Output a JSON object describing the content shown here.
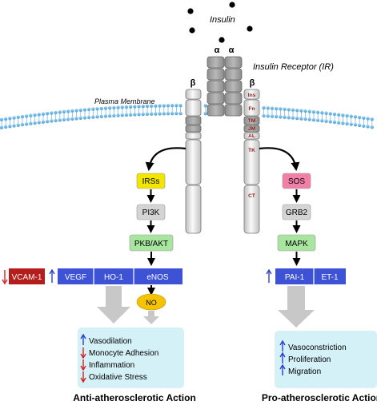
{
  "ligand": {
    "label": "Insulin"
  },
  "receptor": {
    "label": "Insulin Receptor (IR)",
    "alpha_label": "α",
    "beta_label": "β",
    "domains": [
      "Ins",
      "Fn",
      "TM",
      "JM",
      "AL",
      "TK",
      "CT"
    ]
  },
  "membrane": {
    "label": "Plasma Membrane"
  },
  "left_pathway": {
    "steps": [
      "IRSs",
      "PI3K",
      "PKB/AKT"
    ],
    "outputs": [
      "VEGF",
      "HO-1",
      "eNOS"
    ],
    "extra_output": "VCAM-1",
    "mediator": "NO",
    "effects": [
      "Vasodilation",
      "Monocyte Adhesion",
      "Inflammation",
      "Oxidative Stress"
    ],
    "effect_directions": [
      "up",
      "down",
      "down",
      "down"
    ],
    "title": "Anti-atherosclerotic Action"
  },
  "right_pathway": {
    "steps": [
      "SOS",
      "GRB2",
      "MAPK"
    ],
    "outputs": [
      "PAI-1",
      "ET-1"
    ],
    "effects": [
      "Vasoconstriction",
      "Proliferation",
      "Migration"
    ],
    "effect_directions": [
      "up",
      "up",
      "up"
    ],
    "title": "Pro-atherosclerotic Action"
  },
  "colors": {
    "irs": "#f2e600",
    "sos": "#f27fa8",
    "grey_box": "#d4d4d4",
    "green_box": "#a8e6a0",
    "output_blue": "#3d52d5",
    "vcam_red": "#b51d1d",
    "no_yellow": "#f5c400",
    "effect_panel": "#d4f1f8",
    "arrow_up": "#2a3fd0",
    "arrow_down": "#d42020",
    "domain_text": "#8b1a1a"
  }
}
